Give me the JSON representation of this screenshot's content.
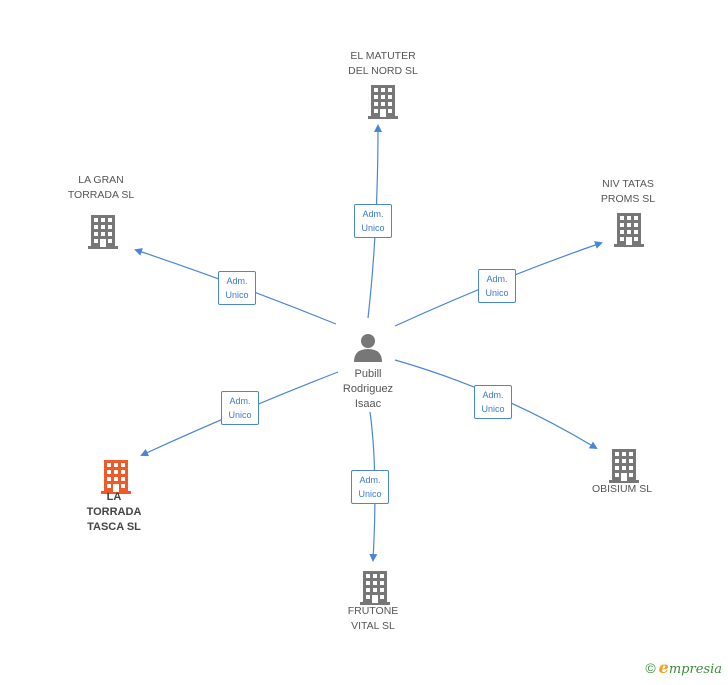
{
  "center": {
    "name_lines": [
      "Pubill",
      "Rodriguez",
      "Isaac"
    ],
    "icon": "person-icon"
  },
  "companies": [
    {
      "id": "el-matuter",
      "lines": [
        "EL MATUTER",
        "DEL NORD SL"
      ],
      "relation": [
        "Adm.",
        "Unico"
      ],
      "icon": "building-icon",
      "color": "#777777",
      "highlight": false
    },
    {
      "id": "niv-tatas",
      "lines": [
        "NIV TATAS",
        "PROMS SL"
      ],
      "relation": [
        "Adm.",
        "Unico"
      ],
      "icon": "building-icon",
      "color": "#777777",
      "highlight": false
    },
    {
      "id": "obisium",
      "lines": [
        "OBISIUM SL"
      ],
      "relation": [
        "Adm.",
        "Unico"
      ],
      "icon": "building-icon",
      "color": "#777777",
      "highlight": false
    },
    {
      "id": "frutone-vital",
      "lines": [
        "FRUTONE",
        "VITAL SL"
      ],
      "relation": [
        "Adm.",
        "Unico"
      ],
      "icon": "building-icon",
      "color": "#777777",
      "highlight": false
    },
    {
      "id": "la-torrada-tasca",
      "lines": [
        "LA",
        "TORRADA",
        "TASCA SL"
      ],
      "relation": [
        "Adm.",
        "Unico"
      ],
      "icon": "building-icon",
      "color": "#f05a28",
      "highlight": true
    },
    {
      "id": "la-gran-torrada",
      "lines": [
        "LA GRAN",
        "TORRADA SL"
      ],
      "relation": [
        "Adm.",
        "Unico"
      ],
      "icon": "building-icon",
      "color": "#777777",
      "highlight": false
    }
  ],
  "colors": {
    "edge": "#4a86d8",
    "person": "#777777"
  },
  "footer": {
    "copyright": "©",
    "brand_initial": "e",
    "brand_rest": "mpresia"
  }
}
